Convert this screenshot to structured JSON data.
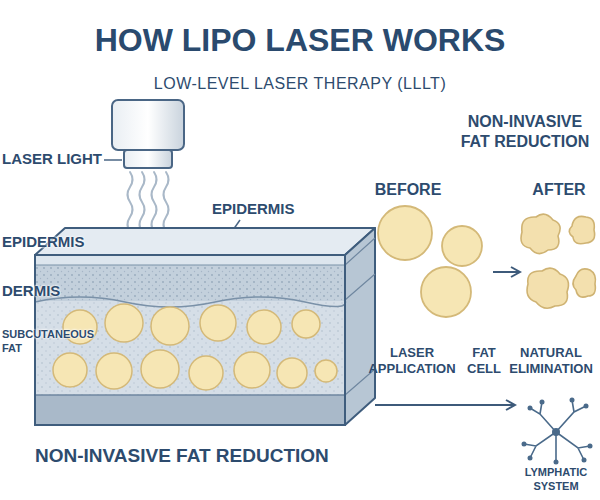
{
  "diagram": {
    "title": "HOW LIPO LASER WORKS",
    "nodes": [
      {
        "text": [
          "NON-INVASIVE FAT REDUCTION"
        ]
      },
      {
        "text": [
          "BEFORE"
        ]
      },
      {
        "text": [
          "AFTER"
        ]
      },
      {
        "text": [
          "LYMPHATIC SYSTEM"
        ]
      }
    ],
    "edges": [
      {
        "from": 1,
        "to": 2,
        "arrow": "to"
      },
      {
        "from": 0,
        "to": 3,
        "arrow": "to"
      }
    ],
    "labels": [
      "LOW-LEVEL LASER THERAPY (LLLT)",
      "LASER LIGHT",
      "EPIDERMIS",
      "EPIDERMIS",
      "DERMIS",
      "SUBCUTANEOUS FAT",
      "NON-INVASIVE FAT REDUCTION",
      "LASER APPLICATION",
      "FAT CELL",
      "NATURAL ELIMINATION"
    ]
  }
}
